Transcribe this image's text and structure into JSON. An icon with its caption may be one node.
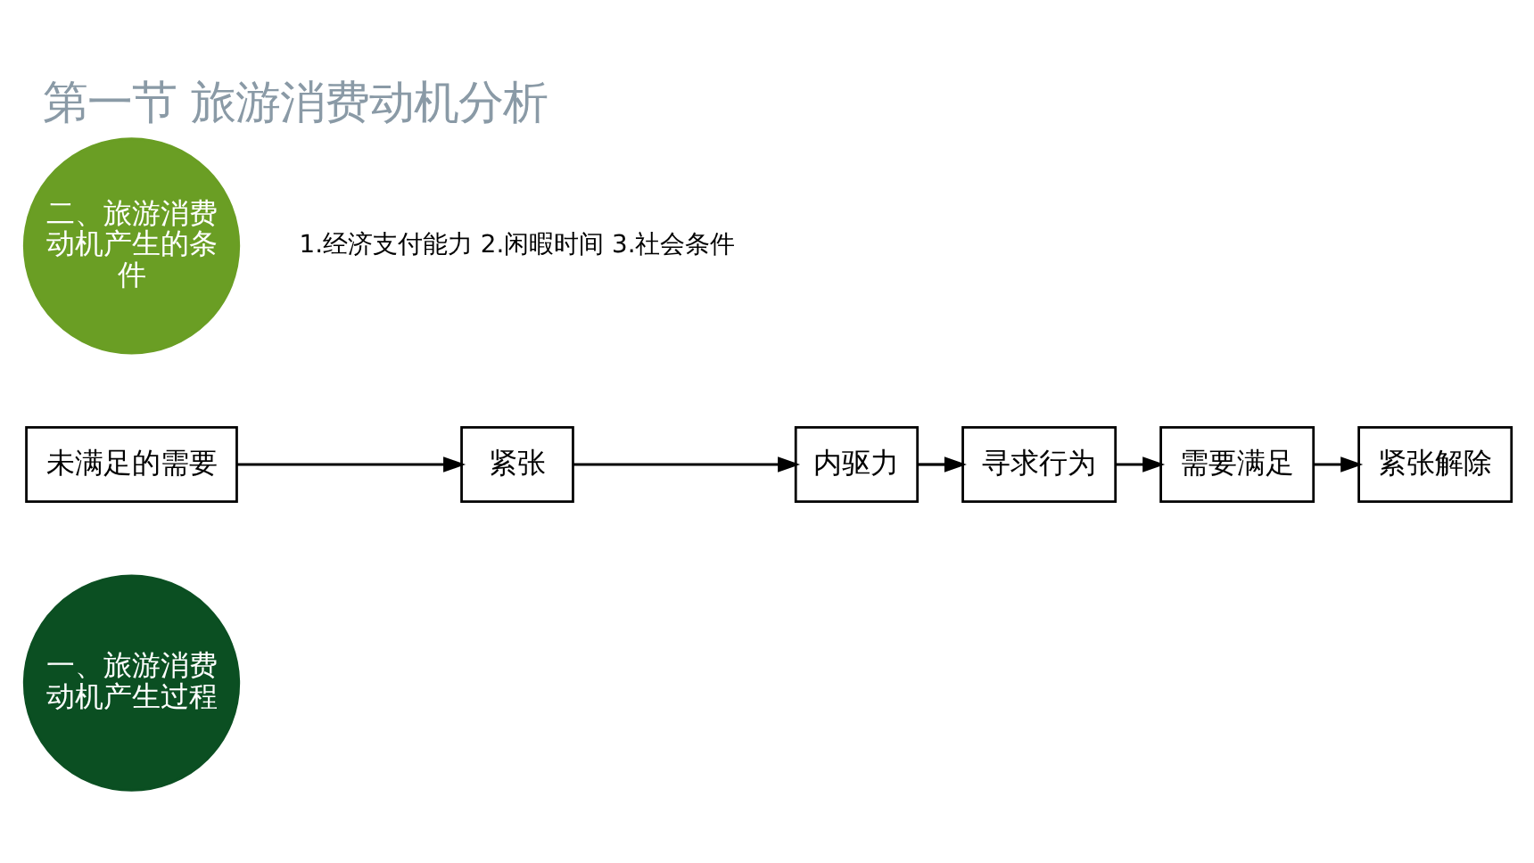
{
  "diagram": {
    "title": "第一节 旅游消费动机分析",
    "nodes": [
      {
        "text": [
          "一、旅游消费动机产生过程"
        ]
      },
      {
        "text": [
          "未满足的需要"
        ]
      },
      {
        "text": [
          "紧张"
        ]
      },
      {
        "text": [
          "内驱力"
        ]
      },
      {
        "text": [
          "寻求行为"
        ]
      },
      {
        "text": [
          "需要满足"
        ]
      },
      {
        "text": [
          "紧张解除"
        ]
      },
      {
        "text": [
          "二、旅游消费动机产生的条件"
        ],
        "beside": [
          "1.经济支付能力 2.闲暇时间 3.社会条件"
        ]
      }
    ],
    "edges": [
      {
        "from": 1,
        "to": 2,
        "arrow": "to"
      },
      {
        "from": 2,
        "to": 3,
        "arrow": "to"
      },
      {
        "from": 3,
        "to": 4,
        "arrow": "to"
      },
      {
        "from": 4,
        "to": 5,
        "arrow": "to"
      },
      {
        "from": 5,
        "to": 6,
        "arrow": "to"
      }
    ]
  }
}
